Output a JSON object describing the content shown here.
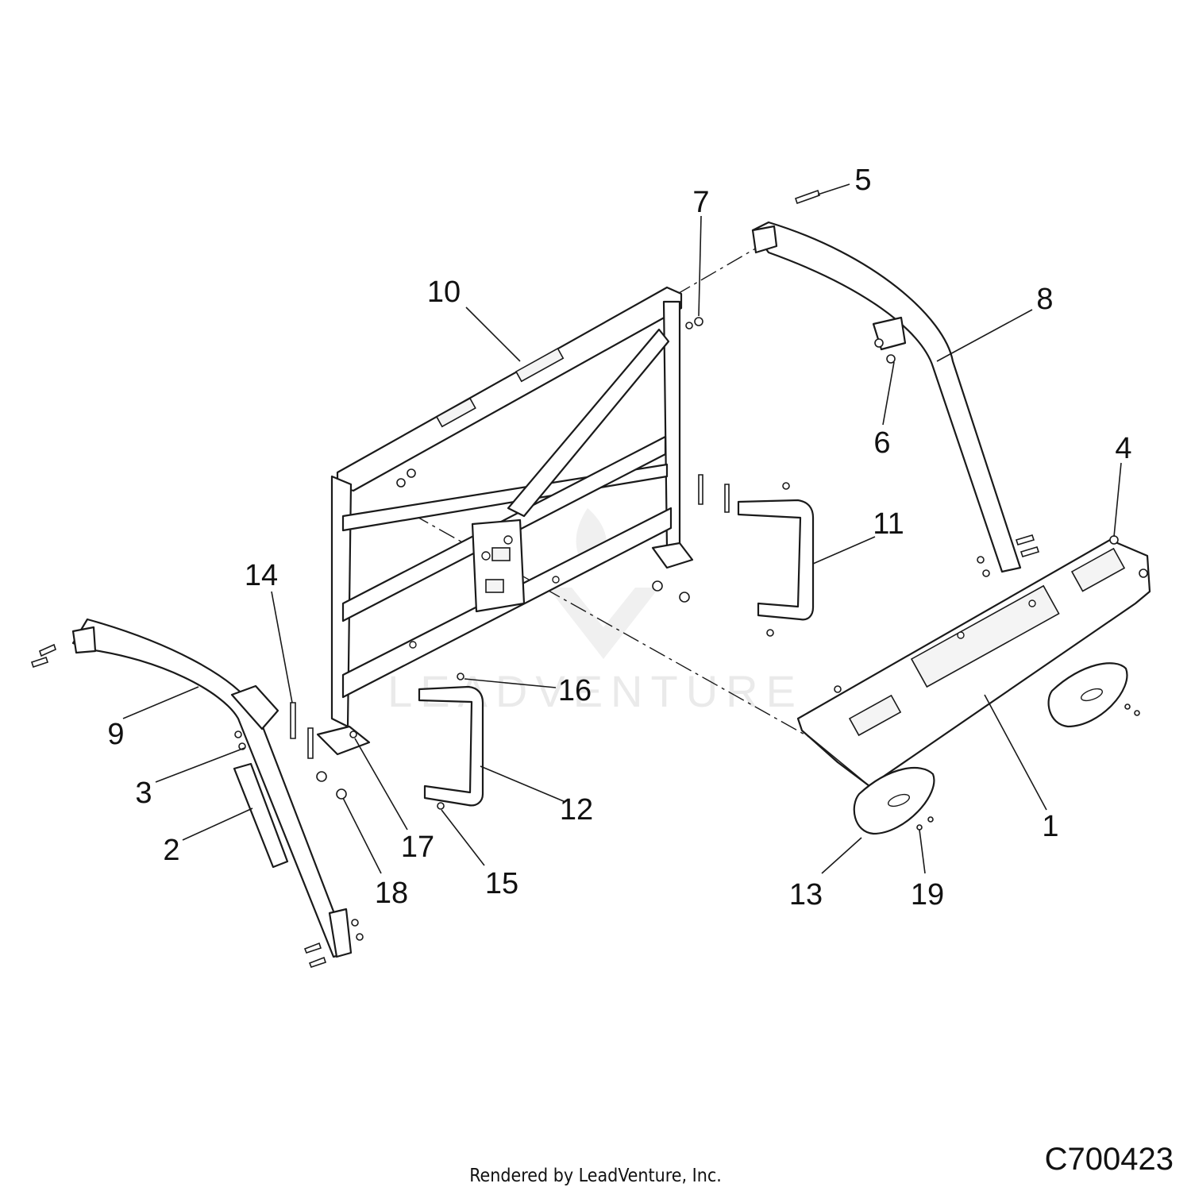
{
  "diagram_id": "C700423",
  "credit": "Rendered by LeadVenture, Inc.",
  "watermark": "LEADVENTURE",
  "callouts": [
    {
      "id": "1",
      "label": "1"
    },
    {
      "id": "2",
      "label": "2"
    },
    {
      "id": "3",
      "label": "3"
    },
    {
      "id": "4",
      "label": "4"
    },
    {
      "id": "5",
      "label": "5"
    },
    {
      "id": "6",
      "label": "6"
    },
    {
      "id": "7",
      "label": "7"
    },
    {
      "id": "8",
      "label": "8"
    },
    {
      "id": "9",
      "label": "9"
    },
    {
      "id": "10",
      "label": "10"
    },
    {
      "id": "11",
      "label": "11"
    },
    {
      "id": "12",
      "label": "12"
    },
    {
      "id": "13",
      "label": "13"
    },
    {
      "id": "14",
      "label": "14"
    },
    {
      "id": "15",
      "label": "15"
    },
    {
      "id": "16",
      "label": "16"
    },
    {
      "id": "17",
      "label": "17"
    },
    {
      "id": "18",
      "label": "18"
    },
    {
      "id": "19",
      "label": "19"
    }
  ],
  "colors": {
    "line": "#1a1a1a",
    "background": "#ffffff",
    "watermark": "#d9d9d9"
  }
}
